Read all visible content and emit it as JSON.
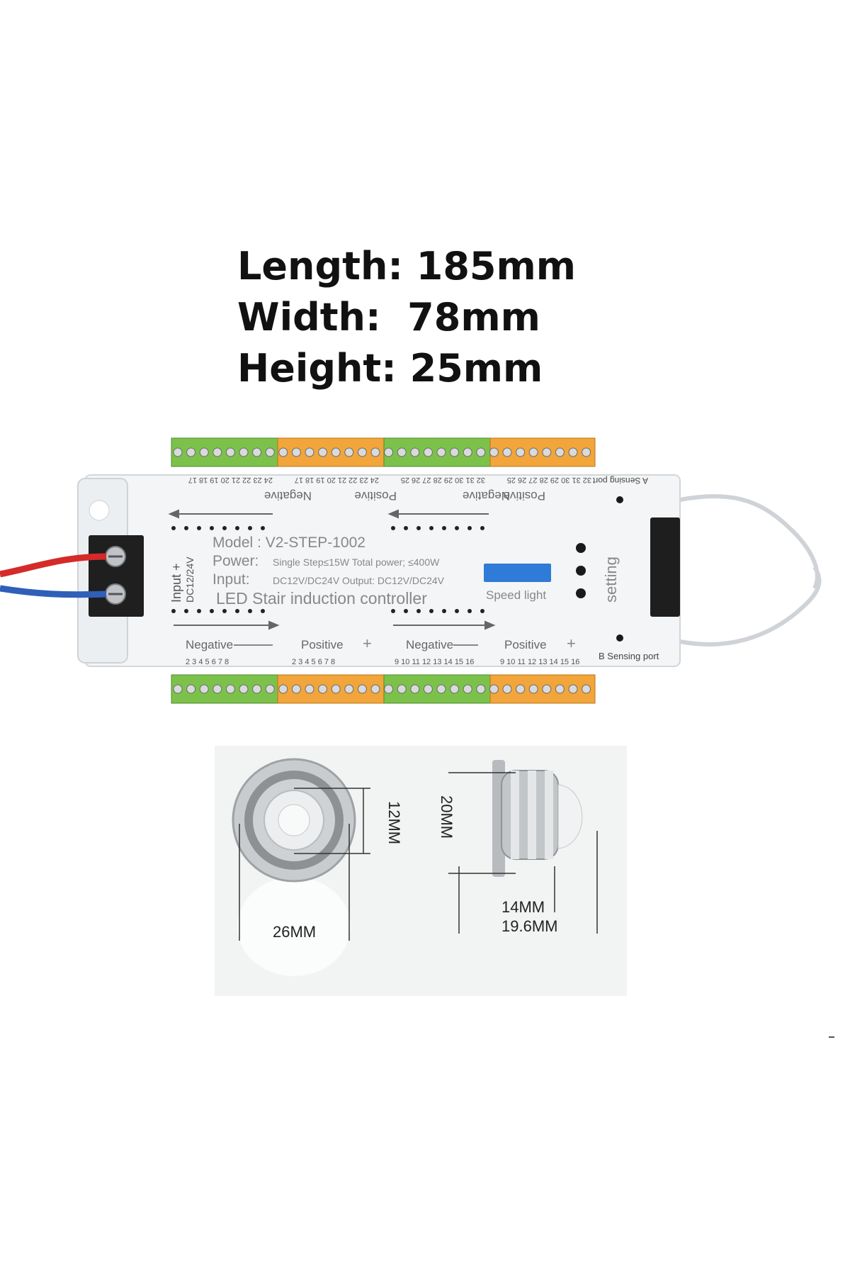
{
  "dimensions": {
    "length": "Length: 185mm",
    "width": "Width:  78mm",
    "height": "Height: 25mm"
  },
  "controller": {
    "model": "Model : V2-STEP-1002",
    "power_label": "Power:",
    "power_value": "Single Step≤15W Total power;  ≤400W",
    "input_label": "Input:",
    "input_value": "DC12V/DC24V Output: DC12V/DC24V",
    "product_name": "LED Stair induction controller",
    "input_terminal": "Input +",
    "input_terminal_voltage": "DC12/24V",
    "speed_light": "Speed light",
    "setting": "setting",
    "a_sensing_port": "A Sensing port",
    "b_sensing_port": "B Sensing port",
    "negative": "Negative",
    "positive": "Positive",
    "bottom_labels": [
      "Negative",
      "Positive",
      "Negative",
      "Positive"
    ],
    "top_labels": [
      "Negative",
      "Positive",
      "Negative",
      "Positive"
    ],
    "bottom_numbers_1": "2  3  4  5  6  7  8",
    "bottom_numbers_2": "2  3  4  5  6  7  8",
    "bottom_numbers_3": "9  10 11 12 13 14 15 16",
    "bottom_numbers_4": "9  10 11 12 13 14 15 16",
    "top_numbers_1": "32 31 30 29 28 27 26 25",
    "top_numbers_2": "32 31 30 29 28 27 26 25",
    "top_numbers_3": "24 23 22 21 20 19 18 17",
    "top_numbers_4": "24 23 22 21 20 19 18 17"
  },
  "sensor": {
    "front_height": "12MM",
    "front_diameter": "26MM",
    "side_height": "20MM",
    "side_inner": "14MM",
    "side_outer": "19.6MM"
  },
  "colors": {
    "terminal_green": "#7cc24a",
    "terminal_orange": "#f2a53a",
    "board_white": "#f4f5f6",
    "wire_red": "#d52a2a",
    "wire_blue": "#2f5fb8",
    "display_blue": "#2f7bd8"
  }
}
